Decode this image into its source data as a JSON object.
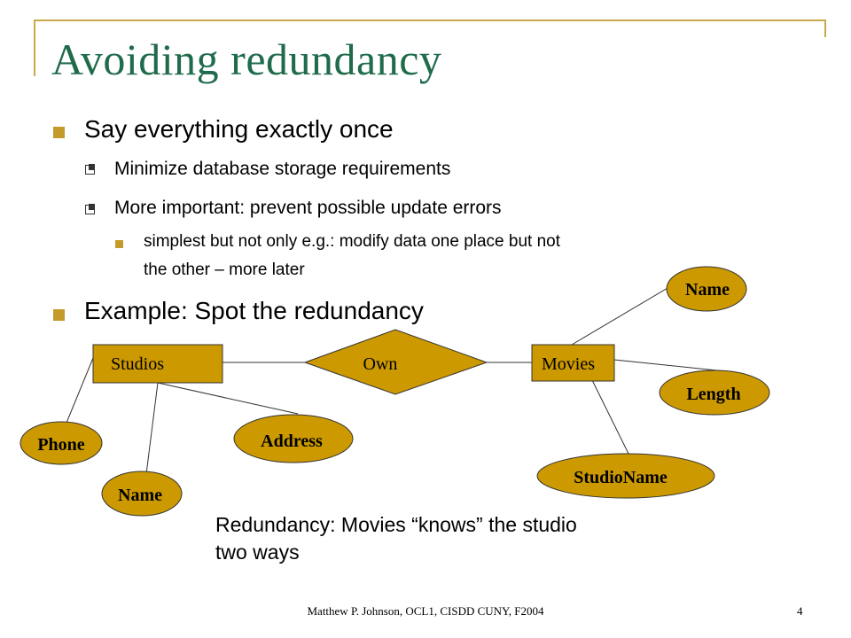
{
  "slide": {
    "title": "Avoiding redundancy",
    "bullets": {
      "b1": "Say everything exactly once",
      "b1_sub1": "Minimize database storage requirements",
      "b1_sub2": "More important: prevent possible update errors",
      "b1_sub2_sub1_line1": "simplest but not only e.g.: modify data one place but not",
      "b1_sub2_sub1_line2": "the other – more later",
      "b2": "Example: Spot the redundancy"
    },
    "colors": {
      "title": "#1f6b4b",
      "accent_gold": "#c9a84c",
      "shape_fill": "#cc9900",
      "shape_stroke": "#333333"
    }
  },
  "diagram": {
    "entities": {
      "studios": "Studios",
      "movies": "Movies"
    },
    "relationship": "Own",
    "attributes": {
      "studio_phone": "Phone",
      "studio_name": "Name",
      "studio_address": "Address",
      "movie_name": "Name",
      "movie_length": "Length",
      "movie_studioname": "StudioName"
    }
  },
  "note": {
    "line1": "Redundancy: Movies “knows” the studio",
    "line2": "two ways"
  },
  "footer": {
    "text": "Matthew P. Johnson, OCL1, CISDD CUNY, F2004",
    "page": "4"
  }
}
